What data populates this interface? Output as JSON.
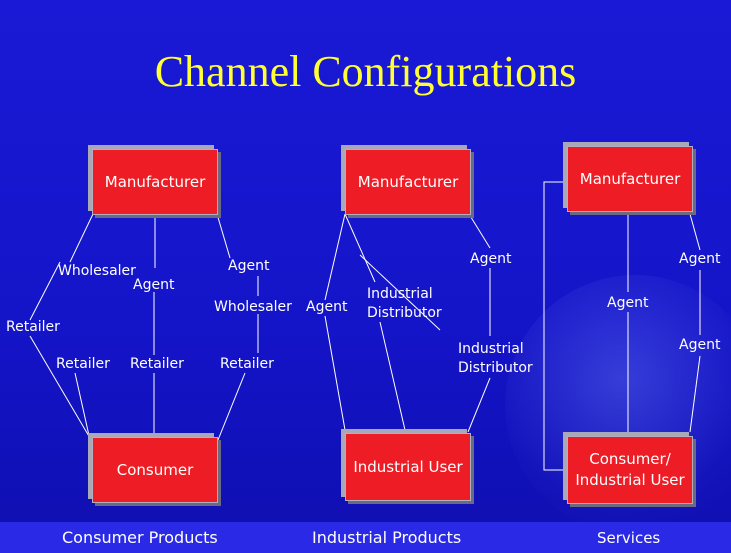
{
  "title": "Channel Configurations",
  "consumer": {
    "manufacturer": "Manufacturer",
    "wholesaler": "Wholesaler",
    "agent": "Agent",
    "retailer_outer": "Retailer",
    "retailer_1": "Retailer",
    "retailer_2": "Retailer",
    "retailer_3": "Retailer",
    "agent_right": "Agent",
    "wholesaler_right": "Wholesaler",
    "consumer": "Consumer",
    "footer": "Consumer Products"
  },
  "industrial": {
    "manufacturer": "Manufacturer",
    "agent_left": "Agent",
    "distributor_left": "Industrial Distributor",
    "agent_top": "Agent",
    "distributor_right": "Industrial Distributor",
    "user": "Industrial User",
    "footer": "Industrial Products"
  },
  "services": {
    "manufacturer": "Manufacturer",
    "agent_top": "Agent",
    "agent_mid": "Agent",
    "agent_low": "Agent",
    "user": "Consumer/ Industrial User",
    "footer": "Services"
  },
  "colors": {
    "background": "#1414c8",
    "box": "#ee1c25",
    "title": "#ffff33",
    "text": "#ffffff"
  }
}
